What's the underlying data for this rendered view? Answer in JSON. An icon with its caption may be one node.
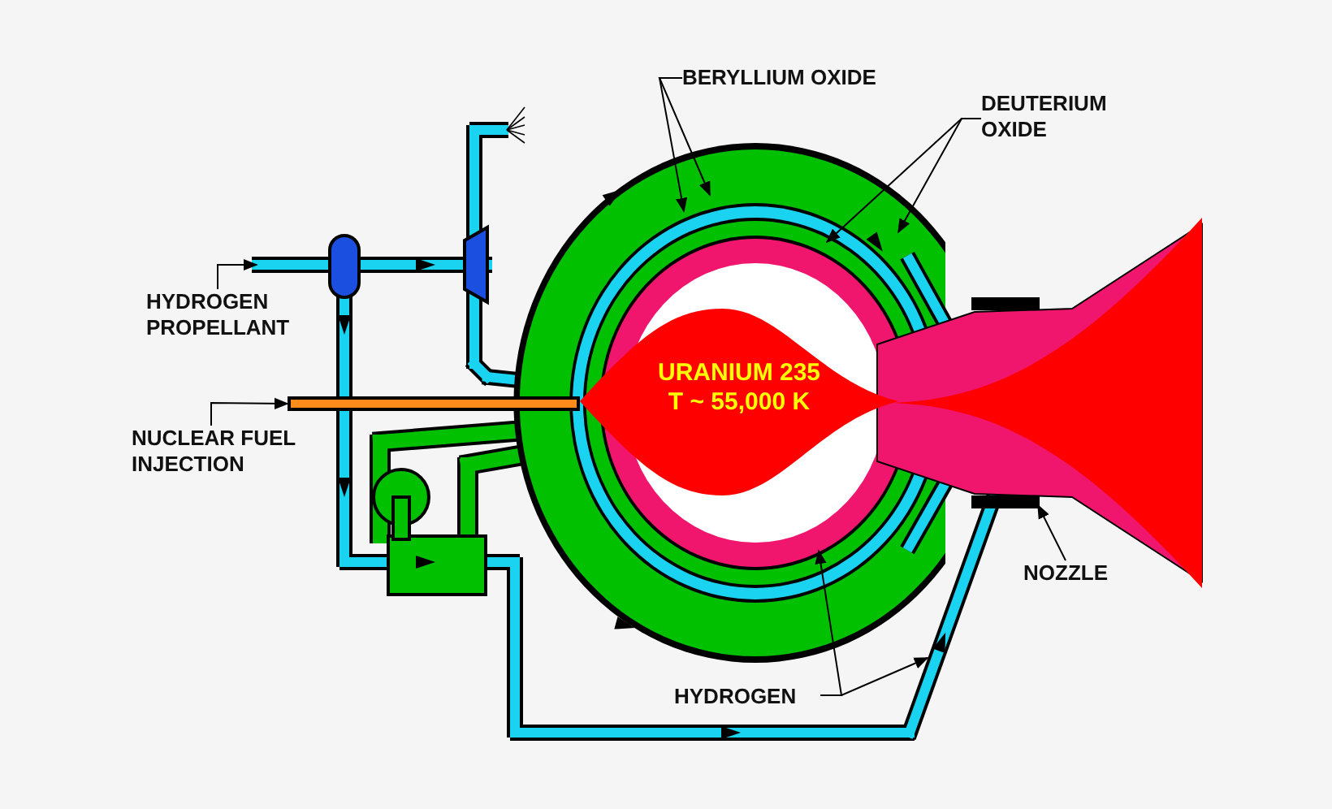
{
  "diagram": {
    "nodes": [
      {
        "text": [
          "BERYLLIUM OXIDE"
        ]
      },
      {
        "text": [
          "DEUTERIUM OXIDE"
        ]
      },
      {
        "text": [
          "HYDROGEN PROPELLANT"
        ]
      },
      {
        "text": [
          "NUCLEAR FUEL INJECTION"
        ]
      },
      {
        "text": [
          "URANIUM 235 T ~ 55,000 K"
        ]
      },
      {
        "text": [
          "NOZZLE"
        ]
      },
      {
        "text": [
          "HYDROGEN"
        ]
      },
      {
        "text": [],
        "shape": "bar"
      }
    ],
    "edges": [
      {
        "from": 0,
        "to": null,
        "arrow": "to"
      },
      {
        "from": 0,
        "to": null,
        "arrow": "to"
      },
      {
        "from": 1,
        "to": null,
        "arrow": "to"
      },
      {
        "from": 1,
        "to": null,
        "arrow": "to"
      },
      {
        "from": 2,
        "to": null,
        "arrow": "to"
      },
      {
        "from": 3,
        "to": 7,
        "arrow": "to"
      },
      {
        "from": 5,
        "to": null,
        "arrow": "to"
      },
      {
        "from": 6,
        "to": null,
        "arrow": "to"
      },
      {
        "from": 6,
        "to": null,
        "arrow": "to"
      }
    ]
  }
}
